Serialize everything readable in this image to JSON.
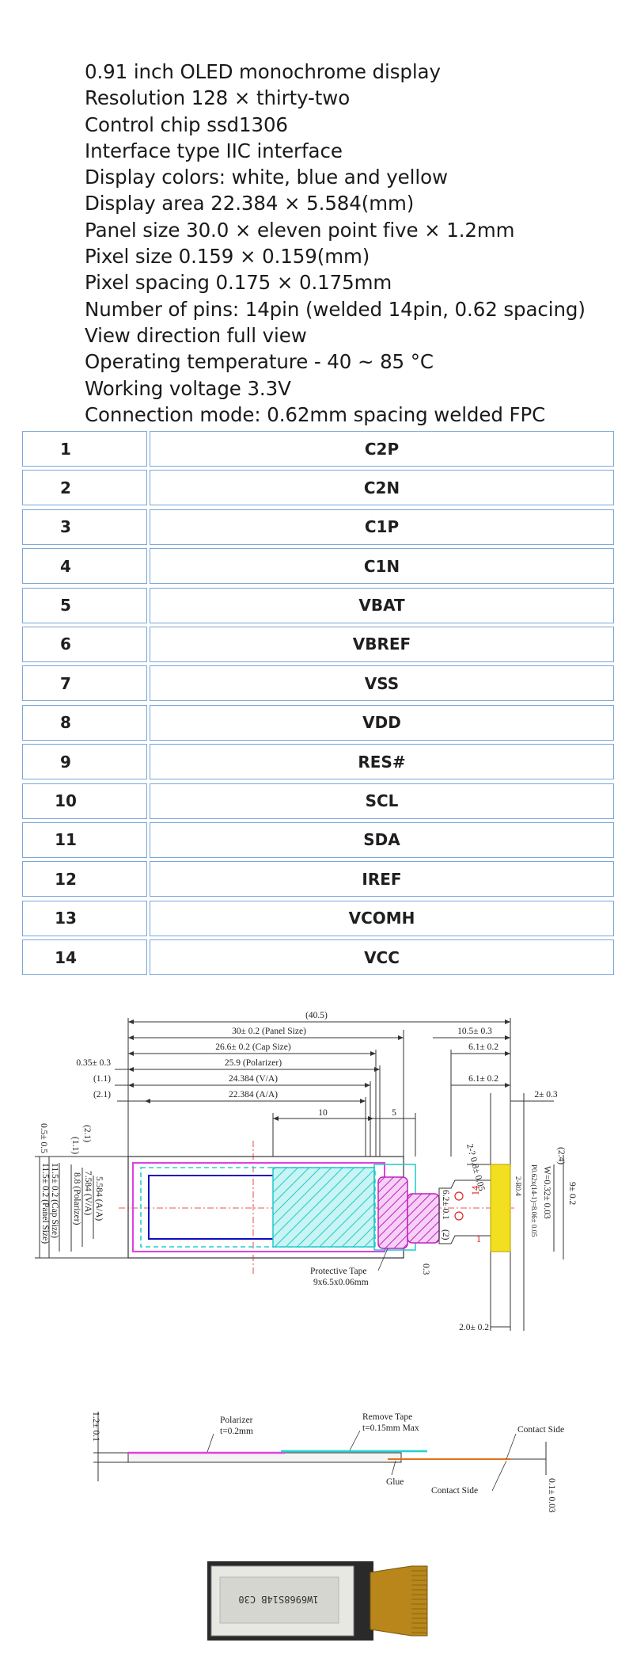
{
  "specs": [
    "0.91 inch OLED monochrome display",
    "Resolution 128 × thirty-two",
    "Control chip ssd1306",
    "Interface type IIC interface",
    "Display colors: white, blue and yellow",
    "Display area 22.384 × 5.584(mm)",
    "Panel size 30.0 × eleven point five × 1.2mm",
    "Pixel size 0.159 × 0.159(mm)",
    "Pixel spacing 0.175 × 0.175mm",
    "Number of pins: 14pin (welded 14pin, 0.62 spacing)",
    "View direction full view",
    "Operating temperature - 40 ~ 85 °C",
    "Working voltage 3.3V",
    "Connection mode: 0.62mm spacing welded FPC"
  ],
  "pins": [
    {
      "num": "1",
      "name": "C2P"
    },
    {
      "num": "2",
      "name": "C2N"
    },
    {
      "num": "3",
      "name": "C1P"
    },
    {
      "num": "4",
      "name": "C1N"
    },
    {
      "num": "5",
      "name": "VBAT"
    },
    {
      "num": "6",
      "name": "VBREF"
    },
    {
      "num": "7",
      "name": "VSS"
    },
    {
      "num": "8",
      "name": "VDD"
    },
    {
      "num": "9",
      "name": "RES#"
    },
    {
      "num": "10",
      "name": "SCL"
    },
    {
      "num": "11",
      "name": "SDA"
    },
    {
      "num": "12",
      "name": "IREF"
    },
    {
      "num": "13",
      "name": "VCOMH"
    },
    {
      "num": "14",
      "name": "VCC"
    }
  ],
  "drawing": {
    "dim_total": "(40.5)",
    "dim_panel": "30± 0.2 (Panel Size)",
    "dim_cap": "26.6± 0.2 (Cap Size)",
    "dim_pol": "25.9 (Polarizer)",
    "dim_va": "24.384 (V/A)",
    "dim_aa": "22.384 (A/A)",
    "dim_035": "0.35± 0.3",
    "dim_11": "(1.1)",
    "dim_21": "(2.1)",
    "dim_105": "10.5± 0.3",
    "dim_61a": "6.1± 0.2",
    "dim_61b": "6.1± 0.2",
    "dim_2pm": "2± 0.3",
    "dim_10": "10",
    "dim_5": "5",
    "dim_24": "(2.4)",
    "dim_9": "9± 0.2",
    "dim_20": "2.0± 0.2",
    "dim_03": "0.3",
    "dim_62": "6.2± 0.1",
    "dim_2": "(2)",
    "dim_fpc_pitch": "P0.62x(14-1)=8.06± 0.05",
    "dim_w032": "W=0.32± 0.03",
    "dim_slot": "2-? 0.8± 0.05",
    "dim_r": "2-R0.4",
    "pin14_label": "14",
    "pin1_label": "1",
    "left_05": "0.5± 0.5",
    "left_21": "(2.1)",
    "left_11": "(1.1)",
    "left_5584": "5.584 (A/A)",
    "left_88": "8.8 (Polarizer)",
    "left_7584": "7.584 (V/A)",
    "left_115": "11.5± 0.2 (Cap Size)",
    "left_115b": "11.5± 0.2 (Panel Size)",
    "tape_label": "Protective Tape",
    "tape_size": "9x6.5x0.06mm",
    "side_thickness": "1.2± 0.1",
    "side_polarizer": "Polarizer",
    "side_polarizer_t": "t=0.2mm",
    "side_remove_tape": "Remove Tape",
    "side_remove_tape_t": "t=0.15mm Max",
    "side_glue": "Glue",
    "side_contact_a": "Contact Side",
    "side_contact_b": "Contact Side",
    "side_01": "0.1± 0.03"
  },
  "photo": {
    "label": "1W6968S14B C30"
  },
  "colors": {
    "table_border": "#7ba7d8",
    "polarizer": "#e040e0",
    "va_cyan": "#22d0d0",
    "aa_blue": "#1010c0",
    "fpc_yellow": "#f2e020",
    "red_line": "#e02020"
  }
}
